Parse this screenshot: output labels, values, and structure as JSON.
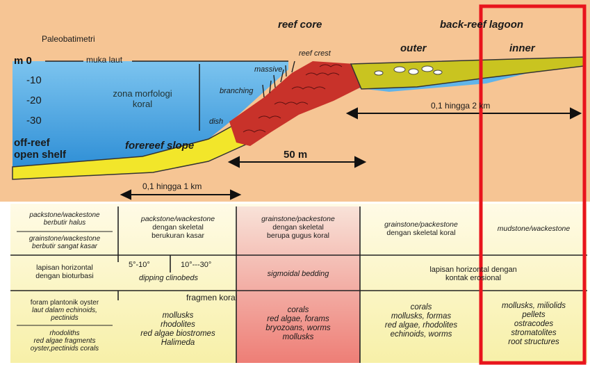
{
  "diagram": {
    "title_paleobatimetri": "Paleobatimetri",
    "depth_ticks": [
      "m 0",
      "-10",
      "-20",
      "-30"
    ],
    "sea_level_label": "muka laut",
    "zone_label_line1": "zona morfologi",
    "zone_label_line2": "koral",
    "reef_core_label": "reef core",
    "back_reef_label": "back-reef lagoon",
    "outer_label": "outer",
    "inner_label": "inner",
    "reef_crest_label": "reef crest",
    "massive_label": "massive",
    "branching_label": "branching",
    "dish_label": "dish",
    "off_reef_line1": "off-reef",
    "off_reef_line2": "open shelf",
    "forereef_label": "forereef slope",
    "distance_50m": "50 m",
    "distance_left": "0,1 hingga 1 km",
    "distance_right": "0,1 hingga 2 km",
    "highlight_color": "#e8141c",
    "water_color": "#4aa6e0",
    "sky_color": "#f6c594",
    "slope_color": "#f2e62a",
    "reef_color": "#c8322a"
  },
  "table": {
    "row1": {
      "c1_a_line1": "packstone/wackestone",
      "c1_a_line2": "berbutir halus",
      "c1_b_line1": "grainstone/wackestone",
      "c1_b_line2": "berbutir sangat kasar",
      "c2_line1": "packstone/wackestone",
      "c2_line2": "dengan skeletal",
      "c2_line3": "berukuran kasar",
      "c3_line1": "grainstone/packestone",
      "c3_line2": "dengan skeletal",
      "c3_line3": "berupa gugus koral",
      "c4_line1": "grainstone/packestone",
      "c4_line2": "dengan skeletal koral",
      "c5": "mudstone/wackestone"
    },
    "row2": {
      "c1_line1": "lapisan horizontal",
      "c1_line2": "dengan bioturbasi",
      "angle_a": "5°-10°",
      "angle_b": "10°---30°",
      "c2": "dipping clinobeds",
      "c3": "sigmoidal bedding",
      "c45_line1": "lapisan horizontal dengan",
      "c45_line2": "kontak erosional"
    },
    "row3": {
      "fragmen": "fragmen koral",
      "c1_a_line1": "foram plantonik oyster",
      "c1_a_line2": "laut dalam echinoids,",
      "c1_a_line3": "pectinids",
      "c1_b_line1": "rhodoliths",
      "c1_b_line2": "red algae fragments",
      "c1_b_line3": "oyster,pectinids corals",
      "c2_line1": "mollusks",
      "c2_line2": "rhodolites",
      "c2_line3": "red algae biostromes",
      "c2_line4": "Halimeda",
      "c3_line1": "corals",
      "c3_line2": "red algae, forams",
      "c3_line3": "bryozoans, worms",
      "c3_line4": "mollusks",
      "c4_line1": "corals",
      "c4_line2": "mollusks, formas",
      "c4_line3": "red algae, rhodolites",
      "c4_line4": "echinoids, worms",
      "c5_line1": "mollusks, miliolids",
      "c5_line2": "pellets",
      "c5_line3": "ostracodes",
      "c5_line4": "stromatolites",
      "c5_line5": "root structures"
    }
  }
}
